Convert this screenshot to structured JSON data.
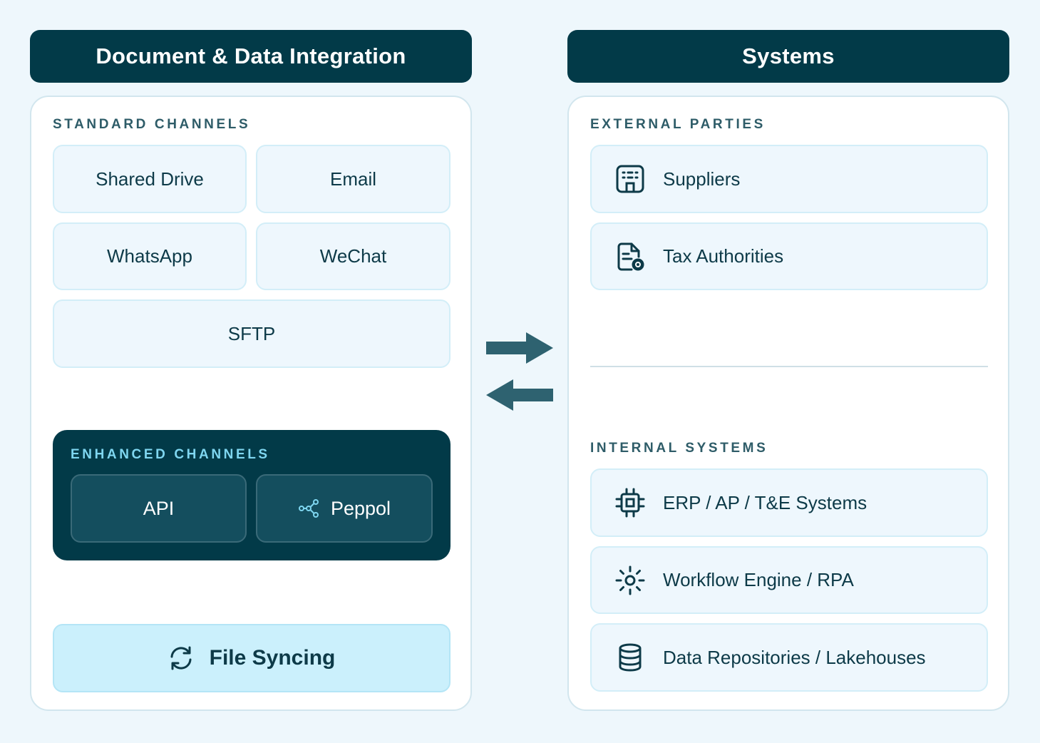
{
  "left": {
    "title": "Document & Data Integration",
    "standard_label": "STANDARD CHANNELS",
    "standard_channels": [
      "Shared Drive",
      "Email",
      "WhatsApp",
      "WeChat",
      "SFTP"
    ],
    "enhanced_label": "ENHANCED CHANNELS",
    "enhanced_channels": [
      "API",
      "Peppol"
    ],
    "file_syncing": "File Syncing"
  },
  "right": {
    "title": "Systems",
    "external_label": "EXTERNAL PARTIES",
    "external": [
      {
        "label": "Suppliers",
        "icon": "building-icon"
      },
      {
        "label": "Tax Authorities",
        "icon": "document-badge-icon"
      }
    ],
    "internal_label": "INTERNAL SYSTEMS",
    "internal": [
      {
        "label": "ERP / AP / T&E Systems",
        "icon": "chip-icon"
      },
      {
        "label": "Workflow Engine / RPA",
        "icon": "sun-gear-icon"
      },
      {
        "label": "Data Repositories / Lakehouses",
        "icon": "database-icon"
      }
    ]
  },
  "colors": {
    "dark_teal": "#023a48",
    "background": "#eef7fc",
    "chip_fill": "#eef7fd",
    "sync_fill": "#cbf0fc",
    "accent_light": "#7fd6f0",
    "arrow": "#2e6270"
  }
}
